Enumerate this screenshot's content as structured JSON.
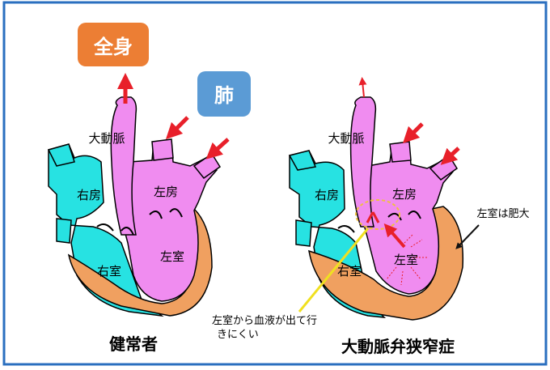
{
  "healthy": {
    "caption": "健常者",
    "whole_body_label": "全身",
    "lung_label": "肺",
    "aorta_label": "大動脈",
    "right_atrium_label": "右房",
    "left_atrium_label": "左房",
    "right_ventricle_label": "右室",
    "left_ventricle_label": "左室"
  },
  "stenosis": {
    "caption": "大動脈弁狭窄症",
    "aorta_label": "大動脈",
    "right_atrium_label": "右房",
    "left_atrium_label": "左房",
    "right_ventricle_label": "右室",
    "left_ventricle_label": "左室",
    "hypertrophy_label": "左室は肥大",
    "note_line1": "左室から血液が出て行",
    "note_line2": "きにくい"
  },
  "colors": {
    "border": "#2a6fbf",
    "cyan": "#27e2e2",
    "pink": "#f08cf0",
    "orange": "#f0a060",
    "whole_body_box": "#ec7e34",
    "lung_box": "#5b9bd5",
    "arrow_red": "#e8202a"
  }
}
